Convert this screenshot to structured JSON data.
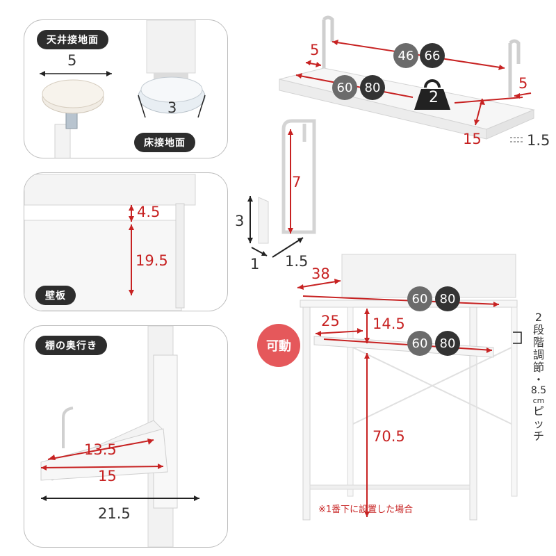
{
  "panels": {
    "ceiling": {
      "label": "天井接地面",
      "width": "5",
      "depth": "3",
      "floor_label": "床接地面"
    },
    "wall_board": {
      "label": "壁板",
      "gap": "4.5",
      "height": "19.5"
    },
    "shelf_depth": {
      "label": "棚の奥行き",
      "inner": "13.5",
      "outer": "15",
      "total": "21.5"
    }
  },
  "hanging_shelf": {
    "side_margin_left": "5",
    "side_margin_right": "5",
    "hook_width_a": "46",
    "hook_width_b": "66",
    "shelf_width_a": "60",
    "shelf_width_b": "80",
    "load_kg": "2",
    "depth": "15",
    "thickness": "1.5"
  },
  "hook": {
    "height": "7",
    "end_height": "3",
    "end_depth": "1",
    "end_width": "1.5"
  },
  "rack": {
    "top_depth": "38",
    "top_width_a": "60",
    "top_width_b": "80",
    "shelf_depth": "25",
    "shelf_gap": "14.5",
    "shelf_width_a": "60",
    "shelf_width_b": "80",
    "height": "70.5",
    "movable_label": "可動",
    "adjust_chars": [
      "2",
      "段",
      "階",
      "調",
      "節",
      "・",
      "8.5",
      "cm",
      "ピ",
      "ッ",
      "チ"
    ],
    "note": "※1番下に設置した場合"
  },
  "colors": {
    "dimension": "#c72222",
    "badge_gray": "#6b6b6b",
    "badge_dark": "#333333",
    "movable": "#e5585b"
  }
}
